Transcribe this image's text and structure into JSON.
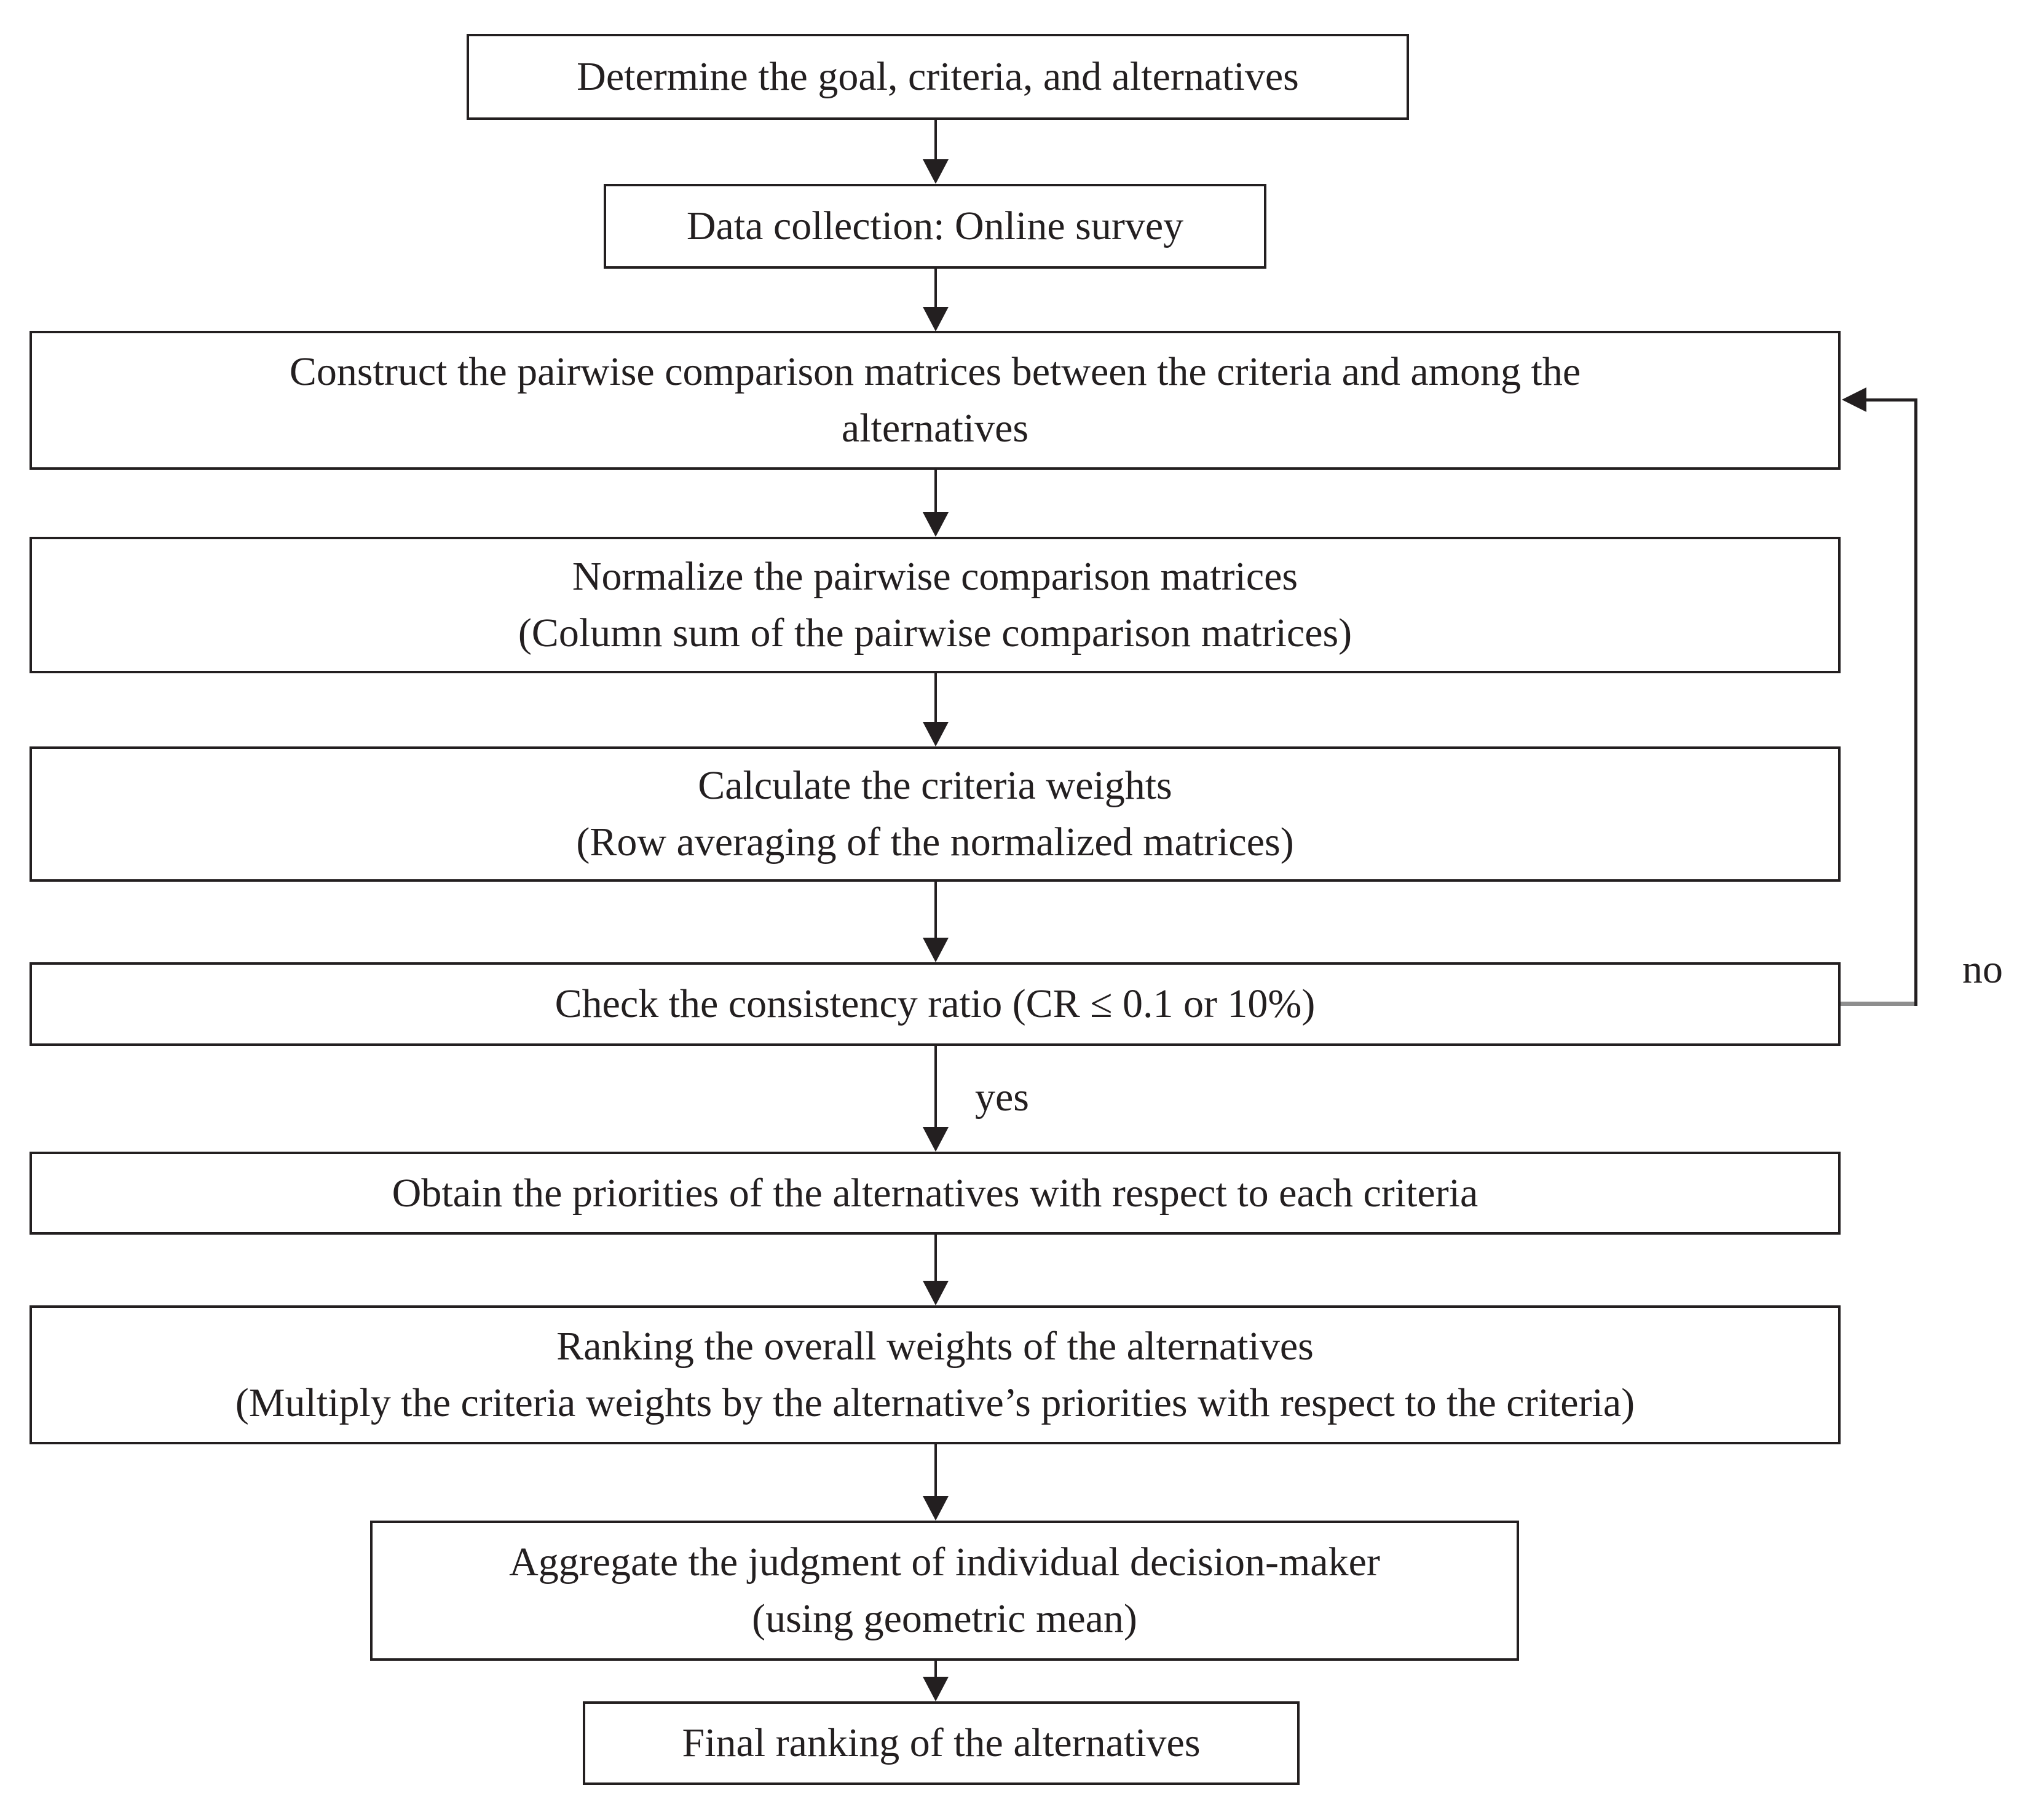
{
  "figure": {
    "type": "flowchart",
    "description": "AHP decision-making methodology flowchart",
    "background_color": "#ffffff",
    "line_color": "#231f20",
    "feedback_connector_color": "#8e8e8e",
    "text_color": "#231f20"
  },
  "nodes": [
    {
      "id": "determine-goal",
      "lines": [
        "Determine the goal, criteria, and alternatives"
      ]
    },
    {
      "id": "data-collection",
      "lines": [
        "Data collection: Online survey"
      ]
    },
    {
      "id": "construct-matrices",
      "lines": [
        "Construct the pairwise comparison matrices between the criteria and among the",
        "alternatives"
      ]
    },
    {
      "id": "normalize-matrices",
      "lines": [
        "Normalize the pairwise comparison matrices",
        "(Column sum of the pairwise comparison matrices)"
      ]
    },
    {
      "id": "calculate-weights",
      "lines": [
        "Calculate the criteria weights",
        "(Row averaging of the normalized matrices)"
      ]
    },
    {
      "id": "check-consistency",
      "lines": [
        "Check the consistency ratio (CR ≤ 0.1 or 10%)"
      ]
    },
    {
      "id": "obtain-priorities",
      "lines": [
        "Obtain the priorities of the alternatives with respect to each criteria"
      ]
    },
    {
      "id": "ranking-overall-weights",
      "lines": [
        "Ranking the overall weights of the alternatives",
        "(Multiply the criteria weights by the alternative’s priorities with respect to the criteria)"
      ]
    },
    {
      "id": "aggregate-judgment",
      "lines": [
        "Aggregate the judgment of individual decision-maker",
        "(using geometric mean)"
      ]
    },
    {
      "id": "final-ranking",
      "lines": [
        "Final ranking of the alternatives"
      ]
    }
  ],
  "edge_labels": {
    "yes": "yes",
    "no": "no"
  }
}
